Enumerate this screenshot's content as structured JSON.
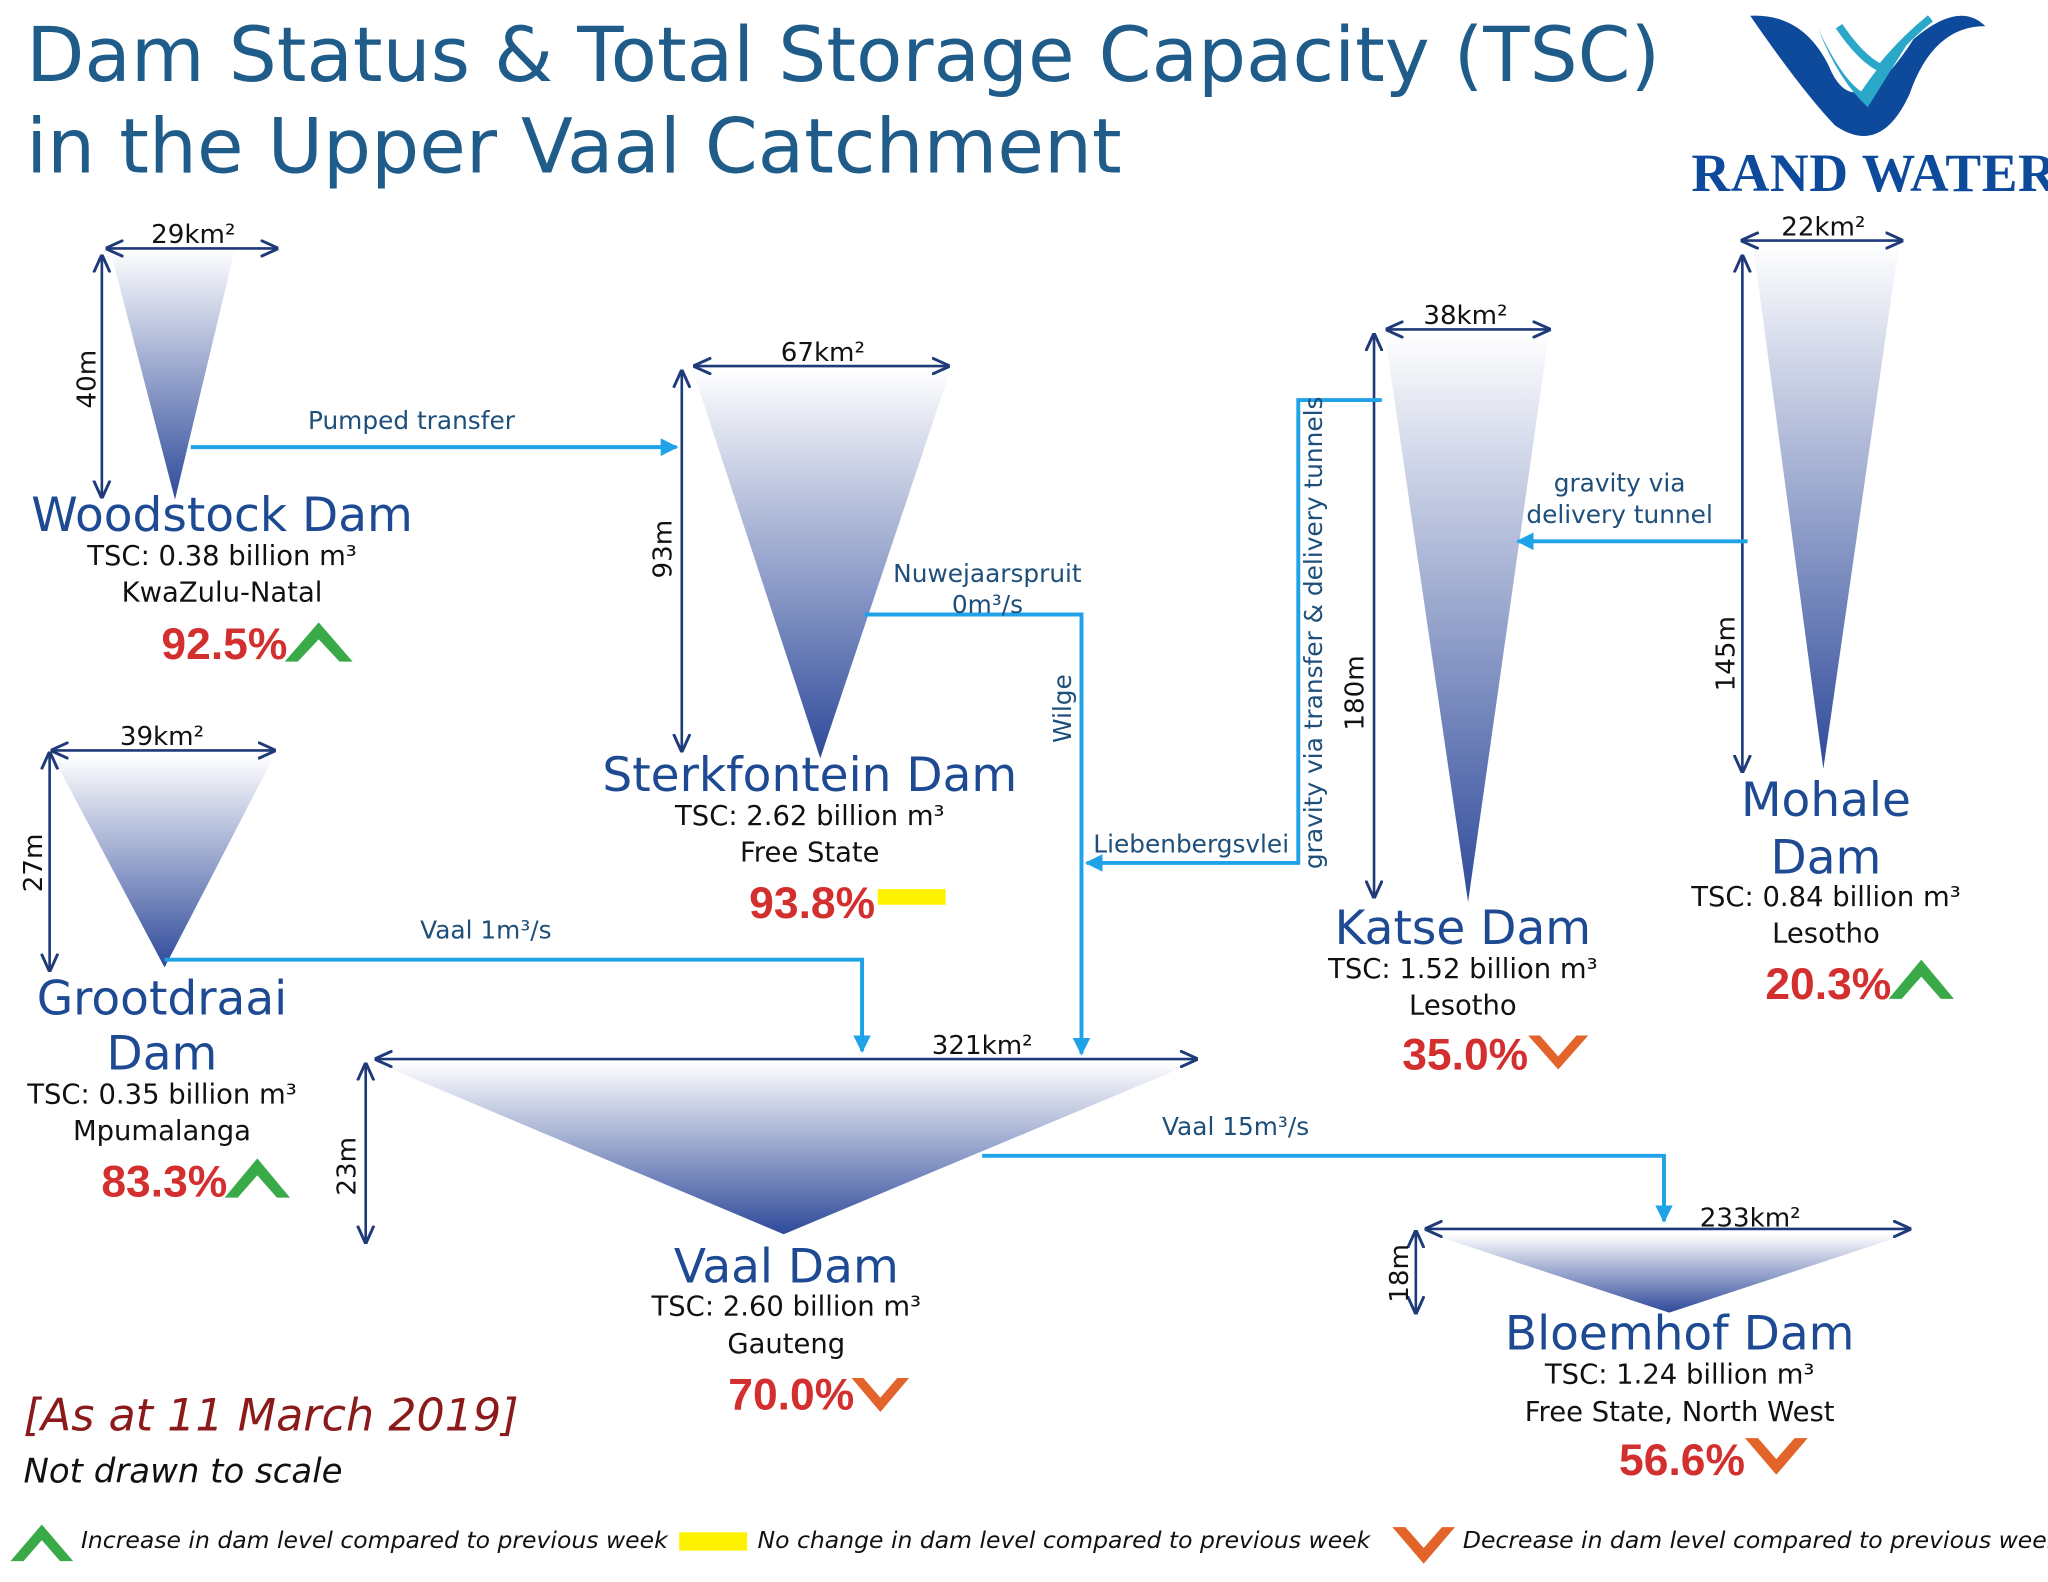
{
  "title": {
    "line1": "Dam Status & Total Storage Capacity (TSC)",
    "line2": "in the Upper Vaal Catchment"
  },
  "brand": {
    "name": "RAND WATER",
    "logo_icon": "rand-water-wave-logo",
    "logo_colors": [
      "#0d4a9c",
      "#2aa7c9"
    ]
  },
  "colors": {
    "flow": "#20a2e8",
    "increase": "#3aaa49",
    "decrease": "#e2642a",
    "no_change": "#fff200",
    "percent": "#d32f2f",
    "dam_name": "#1d4a93"
  },
  "dams": {
    "woodstock": {
      "name": "Woodstock Dam",
      "tsc": "TSC: 0.38 billion m³",
      "province": "KwaZulu-Natal",
      "percent": "92.5%",
      "trend": "increase",
      "area": "29km²",
      "depth": "40m"
    },
    "sterkfontein": {
      "name": "Sterkfontein Dam",
      "tsc": "TSC: 2.62 billion m³",
      "province": "Free State",
      "percent": "93.8%",
      "trend": "no-change",
      "area": "67km²",
      "depth": "93m"
    },
    "katse": {
      "name": "Katse Dam",
      "tsc": "TSC: 1.52 billion m³",
      "province": "Lesotho",
      "percent": "35.0%",
      "trend": "decrease",
      "area": "38km²",
      "depth": "180m"
    },
    "mohale": {
      "name_line1": "Mohale",
      "name_line2": "Dam",
      "tsc": "TSC: 0.84 billion m³",
      "province": "Lesotho",
      "percent": "20.3%",
      "trend": "increase",
      "area": "22km²",
      "depth": "145m"
    },
    "grootdraai": {
      "name_line1": "Grootdraai",
      "name_line2": "Dam",
      "tsc": "TSC: 0.35 billion m³",
      "province": "Mpumalanga",
      "percent": "83.3%",
      "trend": "increase",
      "area": "39km²",
      "depth": "27m"
    },
    "vaal": {
      "name": "Vaal Dam",
      "tsc": "TSC: 2.60 billion m³",
      "province": "Gauteng",
      "percent": "70.0%",
      "trend": "decrease",
      "area": "321km²",
      "depth": "23m"
    },
    "bloemhof": {
      "name": "Bloemhof Dam",
      "tsc": "TSC: 1.24 billion m³",
      "province": "Free State, North West",
      "percent": "56.6%",
      "trend": "decrease",
      "area": "233km²",
      "depth": "18m"
    }
  },
  "flows": {
    "pumped_transfer": "Pumped transfer",
    "nuwejaarspruit_line1": "Nuwejaarspruit",
    "nuwejaarspruit_line2": "0m³/s",
    "wilge": "Wilge",
    "liebenbergsvlei": "Liebenbergsvlei",
    "gravity_tunnels": "gravity via transfer & delivery tunnels",
    "gravity_delivery_line1": "gravity via",
    "gravity_delivery_line2": "delivery tunnel",
    "vaal_1": "Vaal  1m³/s",
    "vaal_15": "Vaal 15m³/s"
  },
  "footer": {
    "date": "[As at 11 March 2019]",
    "note": "Not drawn to scale"
  },
  "legend": {
    "increase": "Increase in dam level compared to previous week",
    "no_change": "No change in dam level compared to previous week",
    "decrease": "Decrease in dam level compared to previous week"
  }
}
